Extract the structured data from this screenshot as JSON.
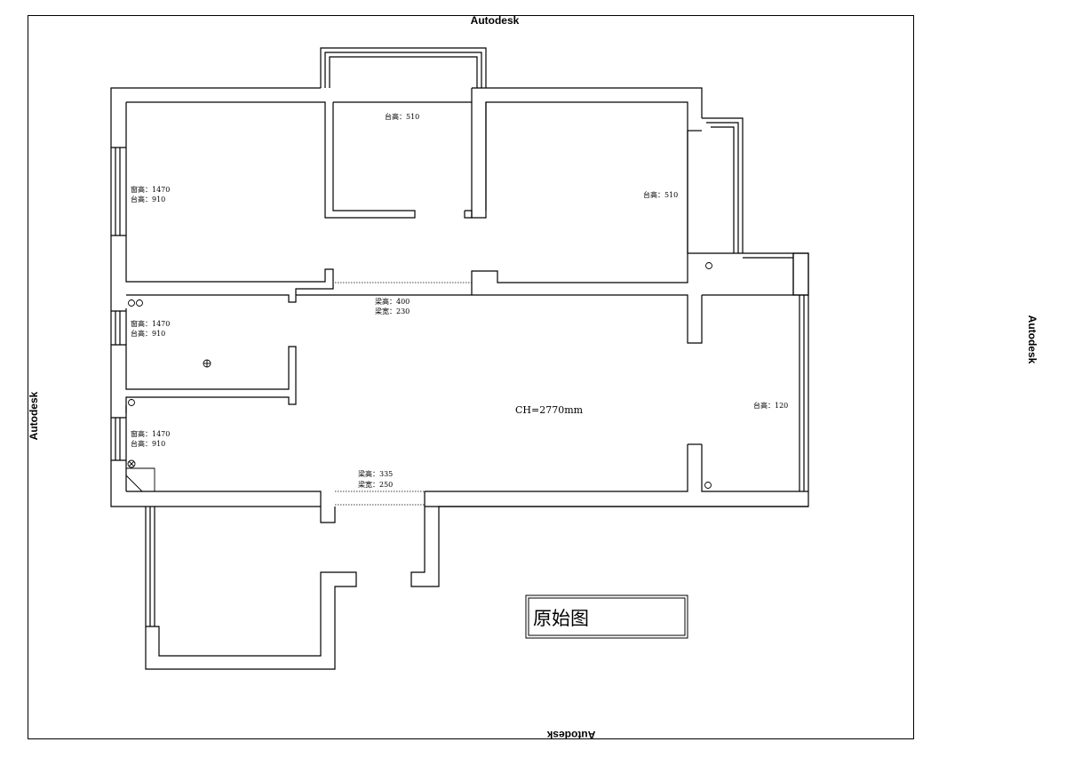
{
  "watermarks": {
    "top": "Autodesk",
    "bottom": "Autodesk",
    "left": "Autodesk",
    "right": "Autodesk"
  },
  "title_block": {
    "text": "原始图"
  },
  "ceiling_height": "CH=2770mm",
  "annotations": {
    "sill_balcony_top": "台高：510",
    "sill_bedroom_right": "台高：510",
    "window_room1": {
      "window": "窗高：1470",
      "sill": "台高：910"
    },
    "window_room2": {
      "window": "窗高：1470",
      "sill": "台高：910"
    },
    "window_room3": {
      "window": "窗高：1470",
      "sill": "台高：910"
    },
    "beam_upper": {
      "height": "梁高：400",
      "width": "梁宽：230"
    },
    "beam_lower": {
      "height": "梁高：335",
      "width": "梁宽：250"
    },
    "sill_living_right": "台高：120"
  },
  "colors": {
    "line": "#000000",
    "background": "#ffffff"
  }
}
